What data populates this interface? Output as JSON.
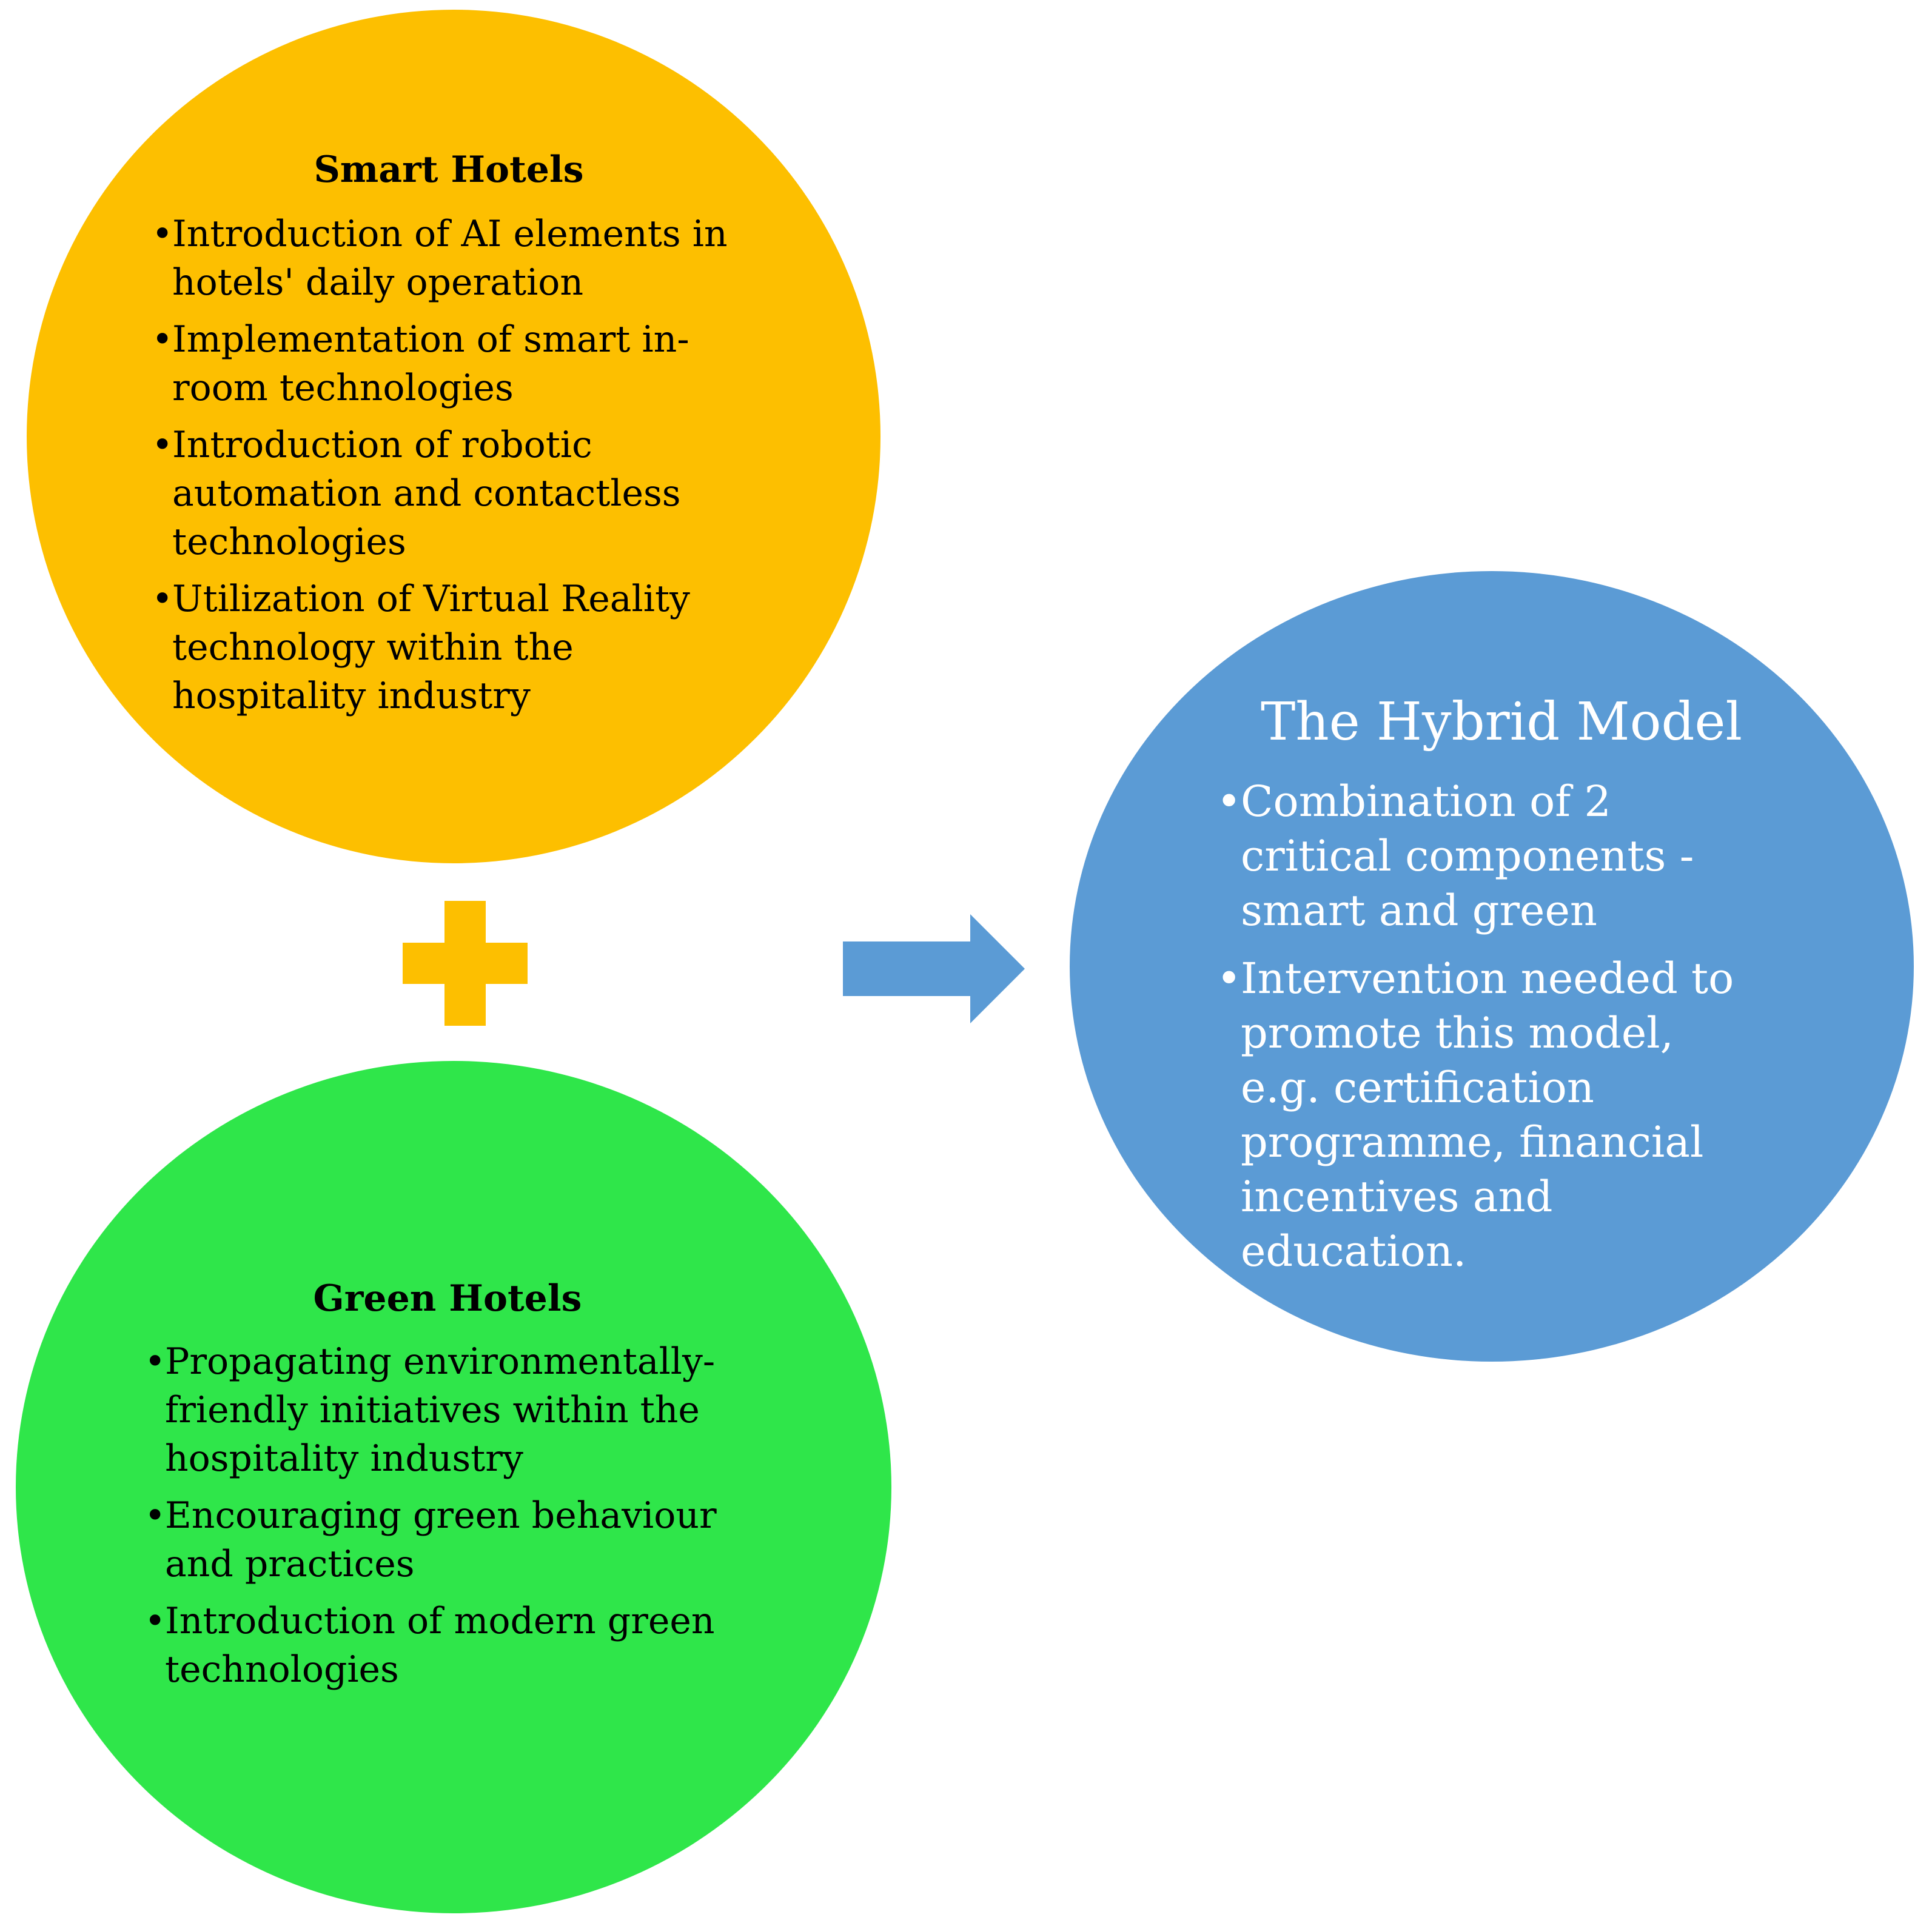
{
  "colors": {
    "smart": "#FDBF00",
    "green": "#2FE64A",
    "hybrid": "#5B9BD5",
    "plus": "#FDBF00",
    "arrow": "#5B9BD5"
  },
  "smart_hotels": {
    "title": "Smart Hotels",
    "items": [
      "Introduction of AI elements in hotels' daily operation",
      "Implementation of smart in-room technologies",
      "Introduction of robotic automation and contactless technologies",
      "Utilization of Virtual Reality technology within the hospitality industry"
    ]
  },
  "green_hotels": {
    "title": "Green Hotels",
    "items": [
      "Propagating environmentally-friendly initiatives within the hospitality industry",
      "Encouraging green behaviour and practices",
      "Introduction of modern green technologies"
    ]
  },
  "hybrid_model": {
    "title": "The Hybrid Model",
    "items": [
      "Combination of 2 critical components - smart and green",
      "Intervention needed to promote this model, e.g. certification programme, financial incentives and education."
    ]
  },
  "icons": {
    "plus": "plus-icon",
    "arrow": "right-arrow-icon"
  }
}
